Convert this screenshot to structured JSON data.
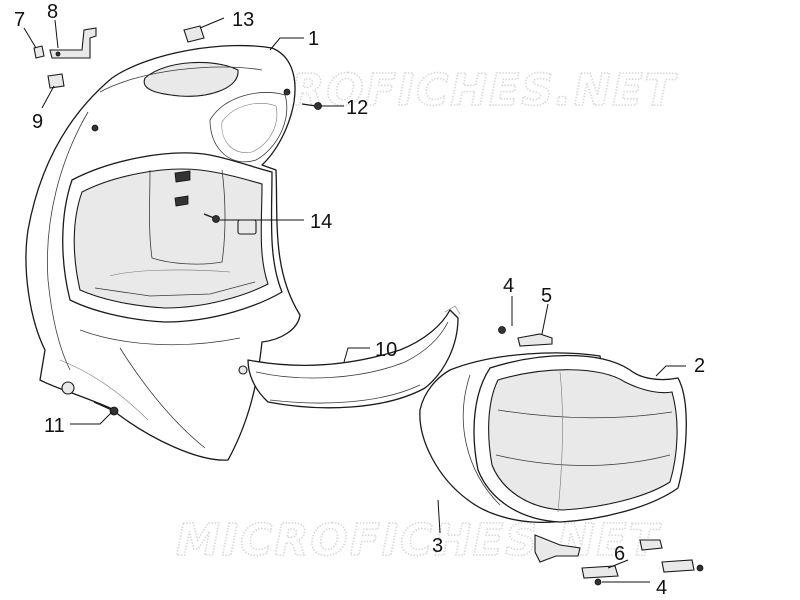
{
  "watermark": "MICROFICHES.NET",
  "callouts": {
    "c1": "1",
    "c2": "2",
    "c3": "3",
    "c4a": "4",
    "c4b": "4",
    "c5": "5",
    "c6": "6",
    "c7": "7",
    "c8": "8",
    "c9": "9",
    "c10": "10",
    "c11": "11",
    "c12": "12",
    "c13": "13",
    "c14": "14"
  }
}
